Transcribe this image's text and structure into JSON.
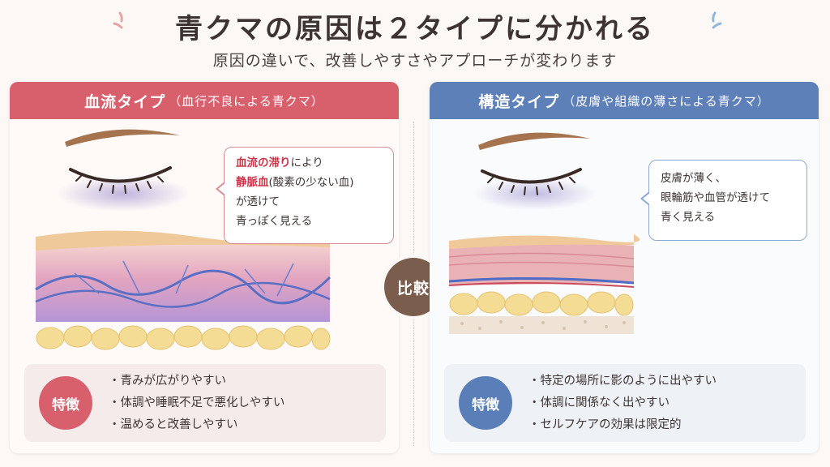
{
  "title": "青クマの原因は２タイプに分かれる",
  "subtitle": "原因の違いで、改善しやすさやアプローチが変わります",
  "compare_label": "比較",
  "colors": {
    "blood_accent": "#d8606d",
    "structure_accent": "#5d80b9",
    "compare_badge": "#7b5d4d"
  },
  "blood_type": {
    "title": "血流タイプ",
    "title_sub": "（血行不良による青クマ）",
    "bubble": {
      "highlight1": "血流の滞り",
      "line1_rest": "により",
      "highlight2": "静脈血",
      "line2_rest": "(酸素の少ない血)",
      "line3": "が透けて",
      "line4": "青っぽく見える"
    },
    "badge": "特徴",
    "features": [
      "青みが広がりやすい",
      "体調や睡眠不足で悪化しやすい",
      "温めると改善しやすい"
    ]
  },
  "structure_type": {
    "title": "構造タイプ",
    "title_sub": "（皮膚や組織の薄さによる青クマ）",
    "bubble": {
      "line1": "皮膚が薄く、",
      "line2": "眼輪筋や血管が透けて",
      "line3": "青く見える"
    },
    "badge": "特徴",
    "features": [
      "特定の場所に影のように出やすい",
      "体調に関係なく出やすい",
      "セルフケアの効果は限定的"
    ]
  }
}
